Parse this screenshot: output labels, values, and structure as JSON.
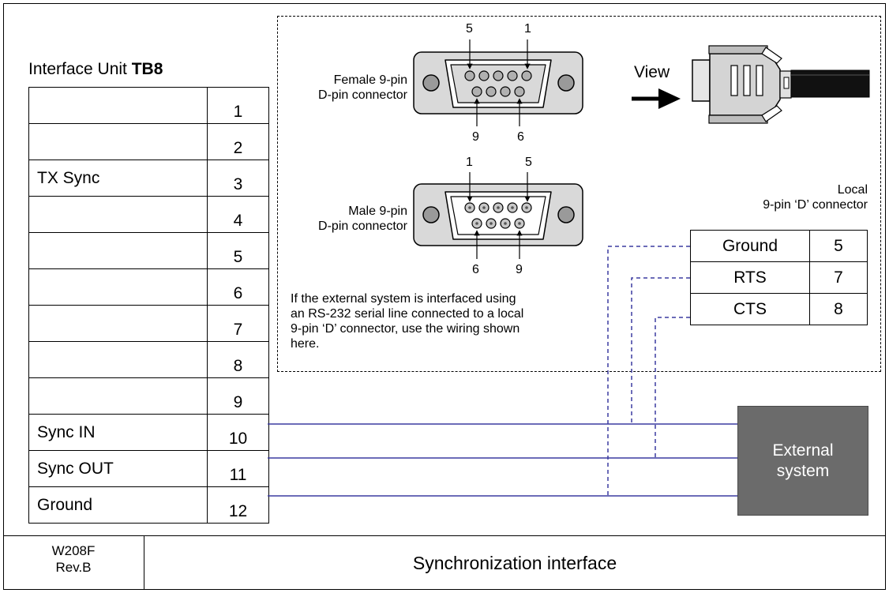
{
  "interface_unit": {
    "title_prefix": "Interface Unit ",
    "title_bold": "TB8"
  },
  "terminal_block": [
    {
      "label": "",
      "pin": "1"
    },
    {
      "label": "",
      "pin": "2"
    },
    {
      "label": "TX Sync",
      "pin": "3"
    },
    {
      "label": "",
      "pin": "4"
    },
    {
      "label": "",
      "pin": "5"
    },
    {
      "label": "",
      "pin": "6"
    },
    {
      "label": "",
      "pin": "7"
    },
    {
      "label": "",
      "pin": "8"
    },
    {
      "label": "",
      "pin": "9"
    },
    {
      "label": "Sync IN",
      "pin": "10"
    },
    {
      "label": "Sync OUT",
      "pin": "11"
    },
    {
      "label": "Ground",
      "pin": "12"
    }
  ],
  "female_connector": {
    "label_line1": "Female 9-pin",
    "label_line2": "D-pin connector",
    "pin_top_left": "5",
    "pin_top_right": "1",
    "pin_bottom_left": "9",
    "pin_bottom_right": "6"
  },
  "male_connector": {
    "label_line1": "Male 9-pin",
    "label_line2": "D-pin connector",
    "pin_top_left": "1",
    "pin_top_right": "5",
    "pin_bottom_left": "6",
    "pin_bottom_right": "9"
  },
  "view_label": "View",
  "note": {
    "line1": "If the external system is interfaced using",
    "line2": "an RS-232 serial line connected to a local",
    "line3": "9-pin ‘D’ connector, use the wiring shown",
    "line4": "here."
  },
  "local_connector": {
    "title_line1": "Local",
    "title_line2": "9-pin ‘D’ connector",
    "rows": [
      {
        "signal": "Ground",
        "pin": "5"
      },
      {
        "signal": "RTS",
        "pin": "7"
      },
      {
        "signal": "CTS",
        "pin": "8"
      }
    ]
  },
  "external_system": {
    "line1": "External",
    "line2": "system"
  },
  "footer": {
    "doc_id": "W208F",
    "revision": "Rev.B",
    "caption": "Synchronization interface"
  },
  "colors": {
    "wire": "#3b3ba0",
    "external_box": "#6b6b6b",
    "connector_fill": "#d9d9d9",
    "pin_fill": "#9a9a9a"
  }
}
